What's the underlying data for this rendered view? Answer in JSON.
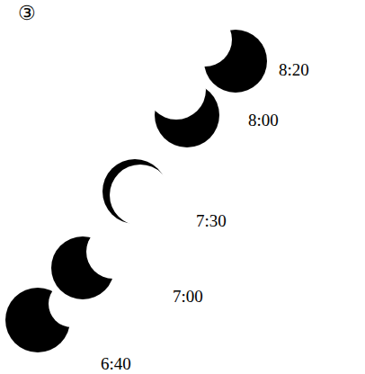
{
  "diagram": {
    "labels": [
      "③",
      "8:20",
      "8:00",
      "7:30",
      "7:00",
      "6:40"
    ]
  }
}
